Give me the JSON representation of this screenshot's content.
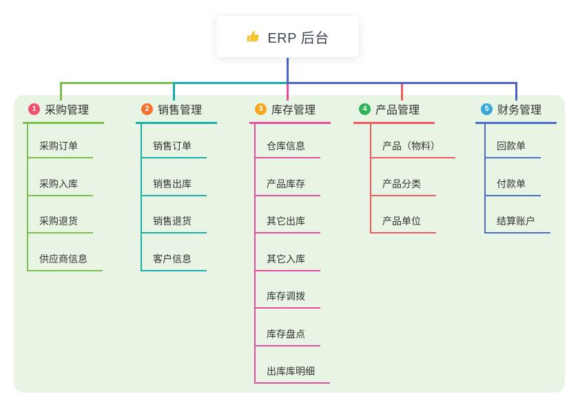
{
  "root": {
    "label": "ERP 后台",
    "icon": "thumbs-up-icon",
    "icon_color": "#f6c42d"
  },
  "colors": {
    "root_connector": "#4a62c5",
    "panel_bg": "#e9f5e4"
  },
  "branches": [
    {
      "badge": "1",
      "label": "采购管理",
      "badge_color": "#f2506e",
      "line_color": "#7cbe4a",
      "children": [
        "采购订单",
        "采购入库",
        "采购退货",
        "供应商信息"
      ]
    },
    {
      "badge": "2",
      "label": "销售管理",
      "badge_color": "#f5702d",
      "line_color": "#14afa5",
      "children": [
        "销售订单",
        "销售出库",
        "销售退货",
        "客户信息"
      ]
    },
    {
      "badge": "3",
      "label": "库存管理",
      "badge_color": "#f6a51f",
      "line_color": "#e84b9c",
      "children": [
        "仓库信息",
        "产品库存",
        "其它出库",
        "其它入库",
        "库存调拨",
        "库存盘点",
        "出库库明细"
      ]
    },
    {
      "badge": "4",
      "label": "产品管理",
      "badge_color": "#2fb457",
      "line_color": "#f4585c",
      "children": [
        "产品（物料）",
        "产品分类",
        "产品单位"
      ]
    },
    {
      "badge": "5",
      "label": "财务管理",
      "badge_color": "#38a7dc",
      "line_color": "#4a6bc8",
      "children": [
        "回款单",
        "付款单",
        "结算账户"
      ]
    }
  ]
}
